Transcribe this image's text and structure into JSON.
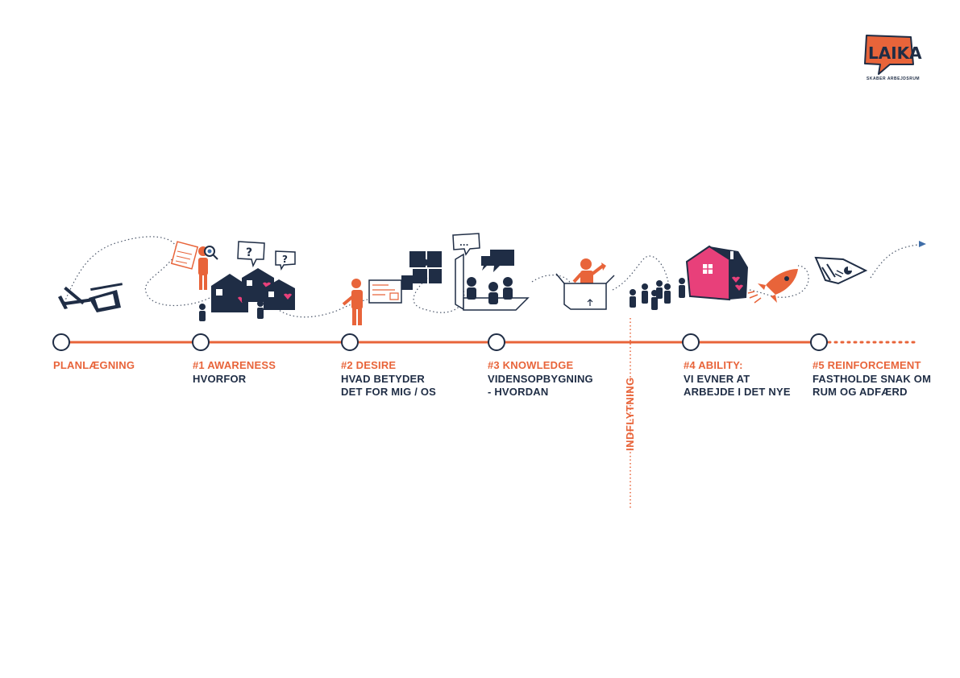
{
  "logo": {
    "name": "LAIKA",
    "tagline": "SKABER ARBEJDSRUM"
  },
  "divider_label": "INDFLYTNING",
  "stages": [
    {
      "title": "PLANLÆGNING",
      "subtitle": []
    },
    {
      "title": "#1 AWARENESS",
      "subtitle": [
        "HVORFOR"
      ]
    },
    {
      "title": "#2 DESIRE",
      "subtitle": [
        "HVAD BETYDER",
        "DET FOR MIG / OS"
      ]
    },
    {
      "title": "#3 KNOWLEDGE",
      "subtitle": [
        "VIDENSOPBYGNING",
        "- HVORDAN"
      ]
    },
    {
      "title": "#4 ABILITY:",
      "subtitle": [
        "VI EVNER AT",
        "ARBEJDE I DET NYE"
      ]
    },
    {
      "title": "#5 REINFORCEMENT",
      "subtitle": [
        "FASTHOLDE SNAK OM",
        "RUM OG ADFÆRD"
      ]
    }
  ],
  "icons": {
    "speech_question_1": "?",
    "speech_question_2": "?",
    "speech_dots": "..."
  },
  "colors": {
    "accent": "#e8643a",
    "navy": "#1f2d45",
    "pink": "#e8407a"
  }
}
